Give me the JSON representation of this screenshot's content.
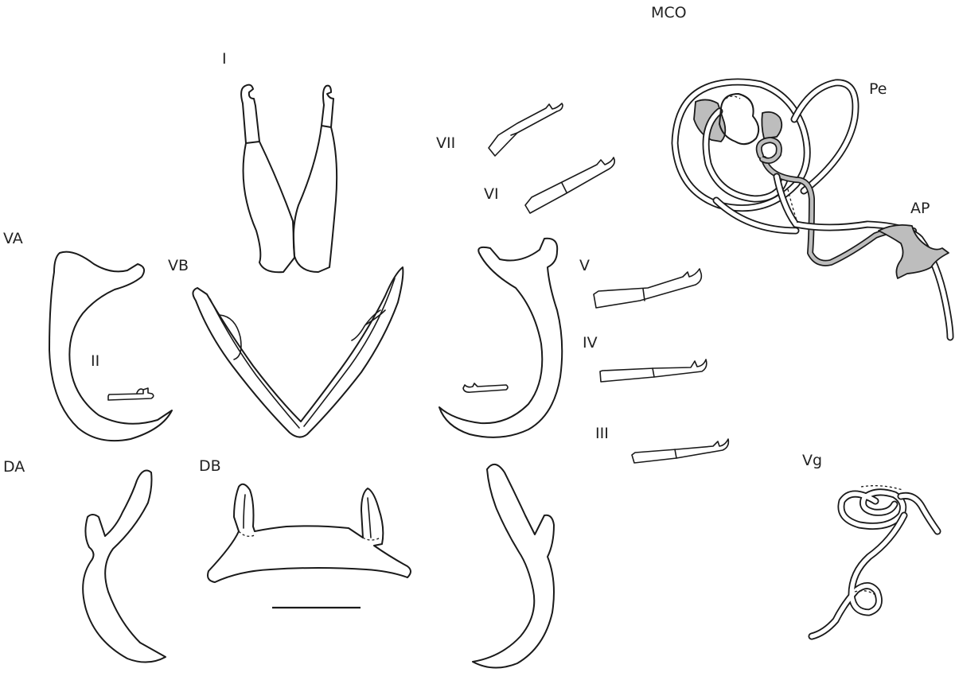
{
  "labels": {
    "mco": "MCO",
    "pe": "Pe",
    "ap": "AP",
    "vg": "Vg",
    "hook_i": "I",
    "hook_ii": "II",
    "hook_iii": "III",
    "hook_iv": "IV",
    "hook_v": "V",
    "hook_vi": "VI",
    "hook_vii": "VII",
    "va": "VA",
    "vb": "VB",
    "da": "DA",
    "db": "DB"
  },
  "colors": {
    "line": "#1a1a1a",
    "shade": "#bdbdbd",
    "background": "#ffffff"
  }
}
